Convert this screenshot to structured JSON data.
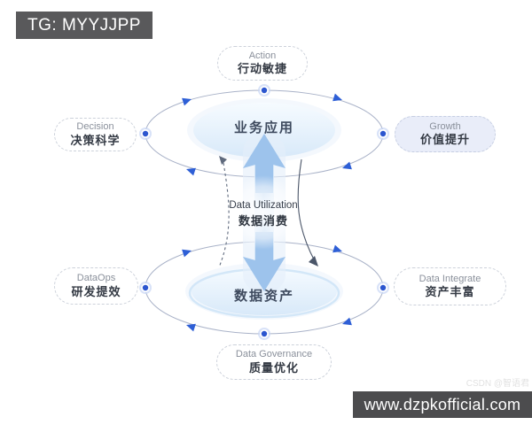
{
  "header": {
    "badge": "TG: MYYJJPP"
  },
  "watermark": "CSDN @智语君",
  "footer": {
    "url": "www.dzpkofficial.com"
  },
  "diagram": {
    "top_core": "业务应用",
    "bottom_core": "数据资产",
    "center": {
      "en": "Data Utilization",
      "zh": "数据消费"
    },
    "pills": [
      {
        "en": "Action",
        "zh": "行动敏捷"
      },
      {
        "en": "Decision",
        "zh": "决策科学"
      },
      {
        "en": "Growth",
        "zh": "价值提升"
      },
      {
        "en": "DataOps",
        "zh": "研发提效"
      },
      {
        "en": "Data Integrate",
        "zh": "资产丰富"
      },
      {
        "en": "Data Governance",
        "zh": "质量优化"
      }
    ],
    "colors": {
      "accent": "#2c56cf",
      "orbit_line": "#a9b2c8",
      "beam": "#aecdf0",
      "growth_fill": "#e9edf9",
      "badge_bg": "#59595b",
      "footer_bg": "#4c4c4e"
    }
  }
}
